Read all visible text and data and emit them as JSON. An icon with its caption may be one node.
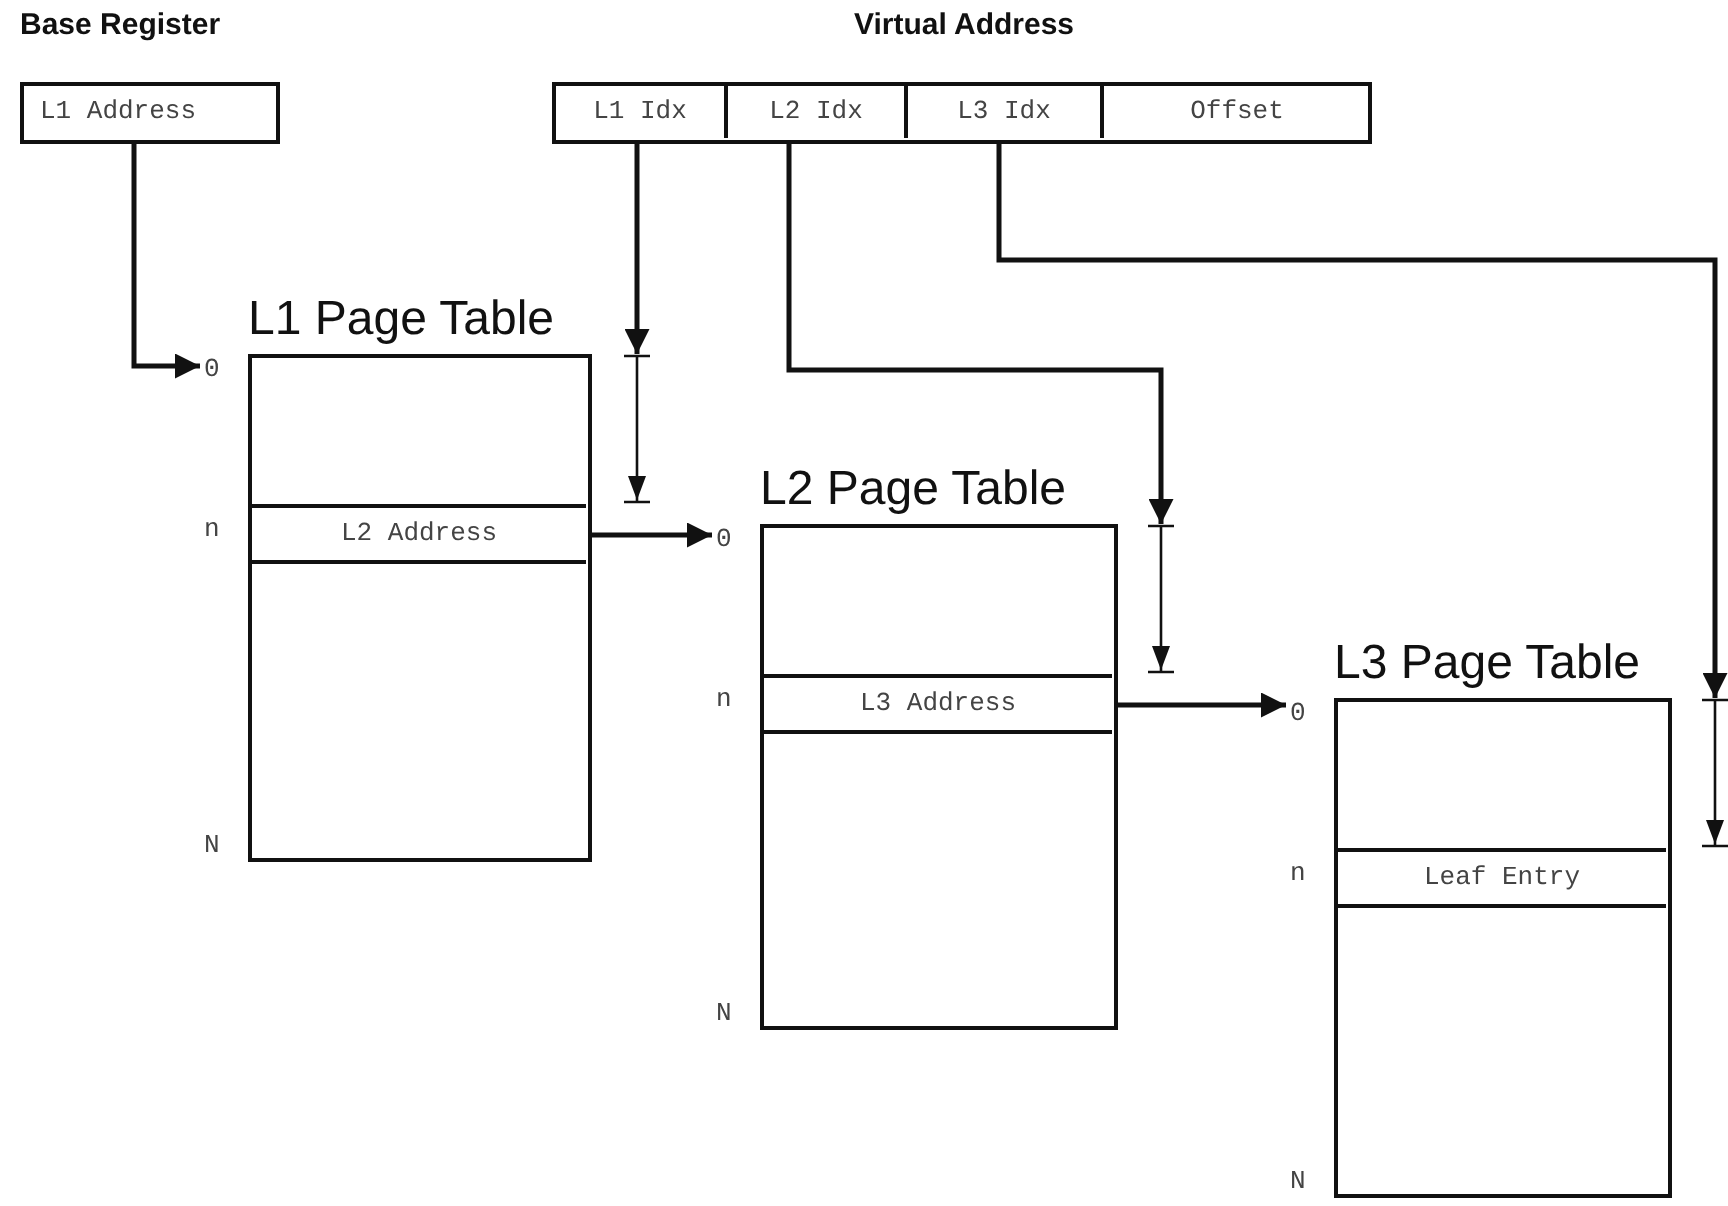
{
  "diagram": {
    "nodes": [
      {
        "text": [
          "Base Register",
          "L1 Address"
        ]
      },
      {
        "text": [
          "Virtual Address"
        ]
      },
      {
        "text": [
          "L1 Idx"
        ],
        "in": 1
      },
      {
        "text": [
          "L2 Idx"
        ],
        "in": 1
      },
      {
        "text": [
          "L3 Idx"
        ],
        "in": 1
      },
      {
        "text": [
          "Offset"
        ],
        "in": 1
      },
      {
        "text": [
          "L1 Page Table"
        ],
        "beside": [
          "0",
          "N"
        ]
      },
      {
        "text": [
          "L2 Address"
        ],
        "in": 6,
        "beside": [
          "n"
        ]
      },
      {
        "text": [],
        "shape": "bar"
      },
      {
        "text": [
          "L2 Page Table"
        ],
        "beside": [
          "0",
          "N"
        ]
      },
      {
        "text": [
          "L3 Address"
        ],
        "in": 9,
        "beside": [
          "n"
        ]
      },
      {
        "text": [],
        "shape": "bar"
      },
      {
        "text": [
          "L3 Page Table"
        ],
        "beside": [
          "0",
          "N"
        ]
      },
      {
        "text": [
          "Leaf Entry"
        ],
        "in": 12,
        "beside": [
          "n"
        ]
      },
      {
        "text": [],
        "shape": "bar"
      }
    ],
    "edges": [
      {
        "from": 0,
        "to": 6,
        "arrow": "to"
      },
      {
        "from": 2,
        "to": 8,
        "arrow": "to"
      },
      {
        "from": 7,
        "to": 9,
        "arrow": "to"
      },
      {
        "from": 3,
        "to": 11,
        "arrow": "to"
      },
      {
        "from": 10,
        "to": 12,
        "arrow": "to"
      },
      {
        "from": 4,
        "to": 14,
        "arrow": "to"
      }
    ]
  }
}
